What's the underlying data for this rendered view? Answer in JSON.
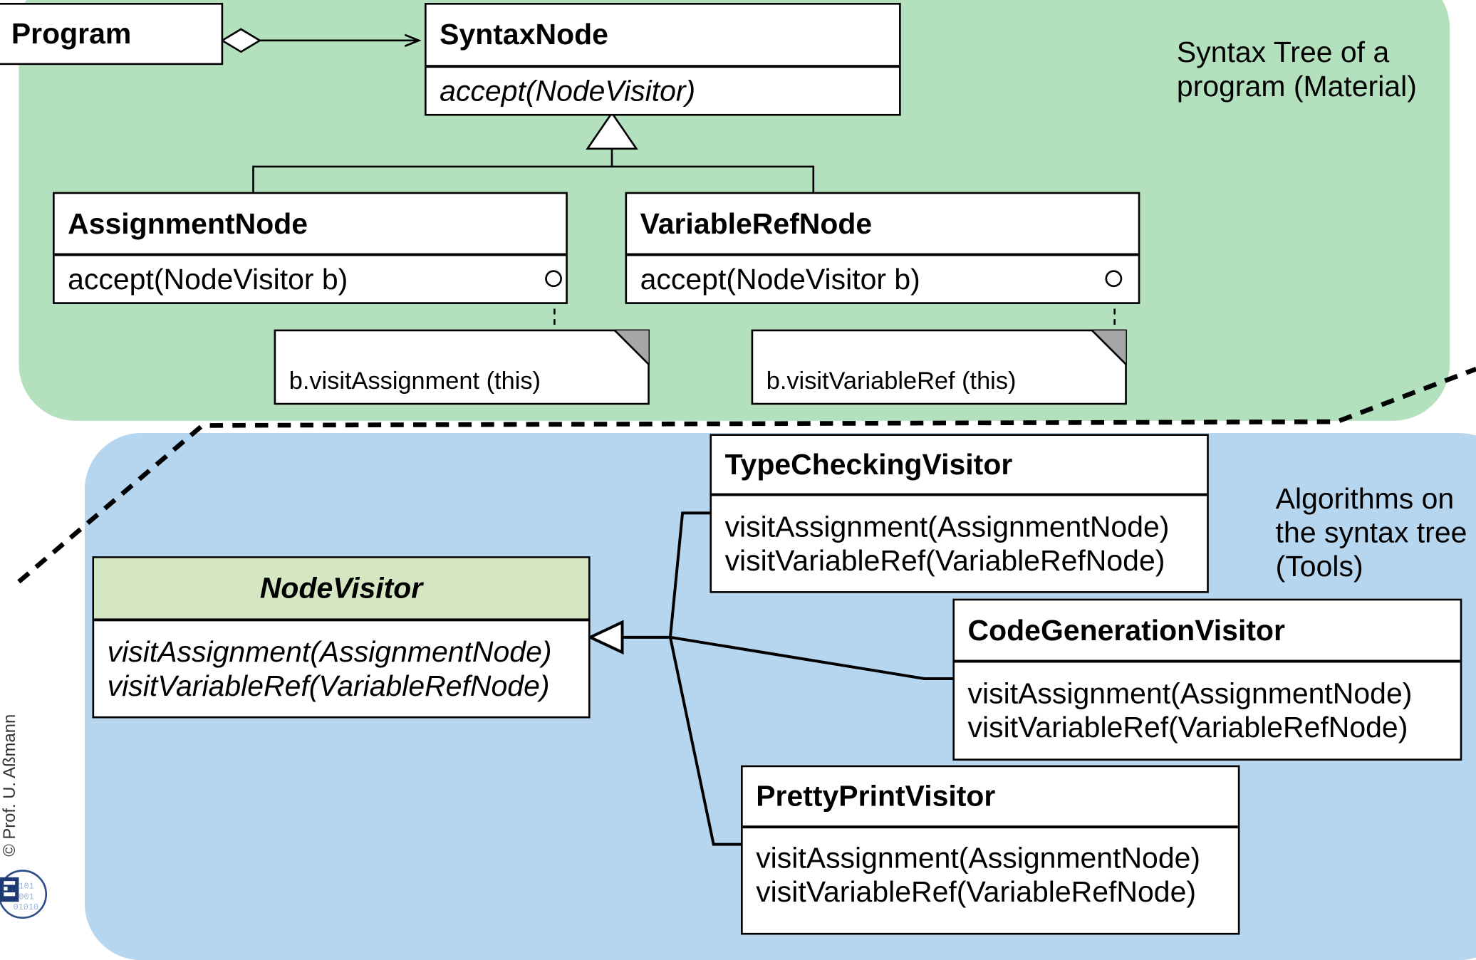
{
  "regions": {
    "material_label": "Syntax Tree of a program (Material)",
    "tools_label": "Algorithms on the syntax tree (Tools)"
  },
  "classes": {
    "program": {
      "name": "Program"
    },
    "syntax_node": {
      "name": "SyntaxNode",
      "method": "accept(NodeVisitor)"
    },
    "assignment_node": {
      "name": "AssignmentNode",
      "method": "accept(NodeVisitor b)"
    },
    "variable_ref_node": {
      "name": "VariableRefNode",
      "method": "accept(NodeVisitor b)"
    },
    "node_visitor": {
      "name": "NodeVisitor",
      "methods": [
        "visitAssignment(AssignmentNode)",
        "visitVariableRef(VariableRefNode)"
      ]
    },
    "type_checking_visitor": {
      "name": "TypeCheckingVisitor",
      "methods": [
        "visitAssignment(AssignmentNode)",
        "visitVariableRef(VariableRefNode)"
      ]
    },
    "code_generation_visitor": {
      "name": "CodeGenerationVisitor",
      "methods": [
        "visitAssignment(AssignmentNode)",
        "visitVariableRef(VariableRefNode)"
      ]
    },
    "pretty_print_visitor": {
      "name": "PrettyPrintVisitor",
      "methods": [
        "visitAssignment(AssignmentNode)",
        "visitVariableRef(VariableRefNode)"
      ]
    }
  },
  "notes": {
    "assignment_note": "b.visitAssignment (this)",
    "variable_ref_note": "b.visitVariableRef (this)"
  },
  "footer": {
    "credit": "© Prof. U. Aßmann"
  },
  "colors": {
    "material_region": "#b3e0bd",
    "tools_region": "#b6d5ee",
    "abstract_visitor_header": "#d5e6c2"
  }
}
